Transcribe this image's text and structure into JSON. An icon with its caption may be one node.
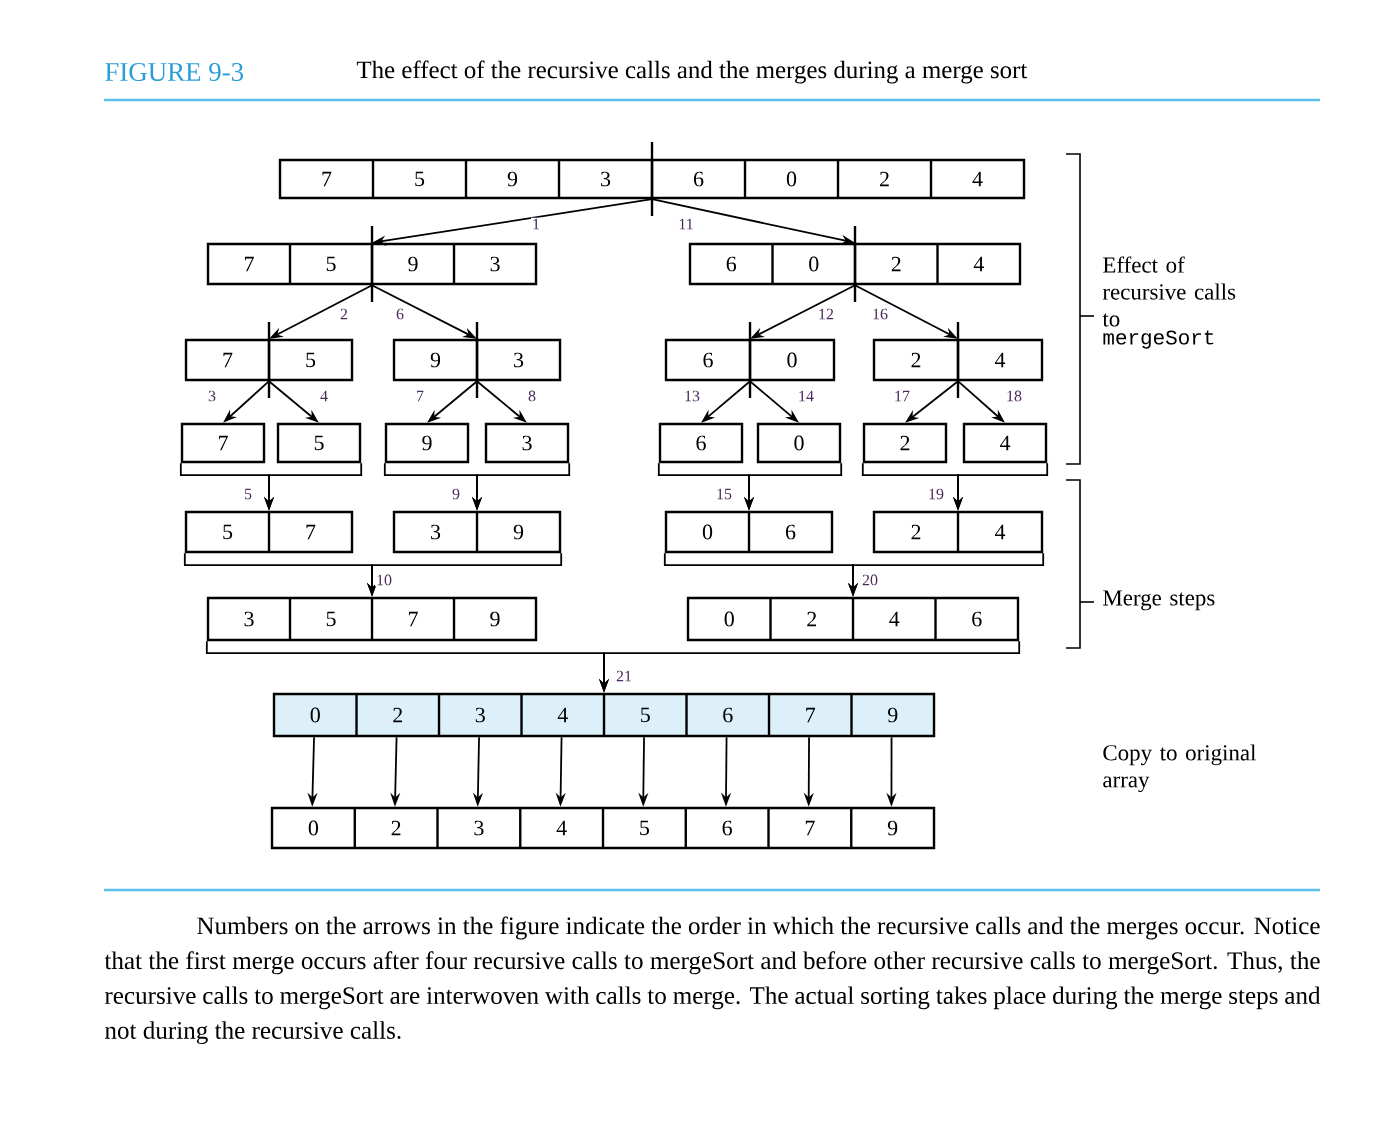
{
  "diagram": {
    "title": "The effect of the recursive calls and the merges during a merge sort",
    "caption": "Numbers on the arrows in the figure indicate the order in which the recursive calls and the merges occur. Notice that the first merge occurs after four recursive calls to mergeSort and before other recursive calls to mergeSort. Thus, the recursive calls to mergeSort are interwoven with calls to merge. The actual sorting takes place during the merge steps and not during the recursive calls.",
    "nodes": [
      {
        "text": [
          "7",
          "5",
          "9",
          "3",
          "6",
          "0",
          "2",
          "4"
        ]
      },
      {
        "text": [
          "7",
          "5",
          "9",
          "3"
        ]
      },
      {
        "text": [
          "6",
          "0",
          "2",
          "4"
        ]
      },
      {
        "text": [
          "7",
          "5"
        ]
      },
      {
        "text": [
          "9",
          "3"
        ]
      },
      {
        "text": [
          "6",
          "0"
        ]
      },
      {
        "text": [
          "2",
          "4"
        ]
      },
      {
        "text": [
          "7"
        ]
      },
      {
        "text": [
          "5"
        ]
      },
      {
        "text": [
          "9"
        ]
      },
      {
        "text": [
          "3"
        ]
      },
      {
        "text": [
          "6"
        ]
      },
      {
        "text": [
          "0"
        ]
      },
      {
        "text": [
          "2"
        ]
      },
      {
        "text": [
          "4"
        ]
      },
      {
        "text": [
          "5",
          "7"
        ]
      },
      {
        "text": [
          "3",
          "9"
        ]
      },
      {
        "text": [
          "0",
          "6"
        ]
      },
      {
        "text": [
          "2",
          "4"
        ]
      },
      {
        "text": [
          "3",
          "5",
          "7",
          "9"
        ]
      },
      {
        "text": [
          "0",
          "2",
          "4",
          "6"
        ]
      },
      {
        "text": [
          "0",
          "2",
          "3",
          "4",
          "5",
          "6",
          "7",
          "9"
        ]
      },
      {
        "text": [
          "0",
          "2",
          "3",
          "4",
          "5",
          "6",
          "7",
          "9"
        ]
      }
    ],
    "edges": [
      {
        "from": 0,
        "to": 1,
        "arrow": "to",
        "label": "1"
      },
      {
        "from": 0,
        "to": 2,
        "arrow": "to",
        "label": "11"
      },
      {
        "from": 1,
        "to": 3,
        "arrow": "to",
        "label": "2"
      },
      {
        "from": 1,
        "to": 4,
        "arrow": "to",
        "label": "6"
      },
      {
        "from": 3,
        "to": 7,
        "arrow": "to",
        "label": "3"
      },
      {
        "from": 3,
        "to": 8,
        "arrow": "to",
        "label": "4"
      },
      {
        "from": 4,
        "to": 9,
        "arrow": "to",
        "label": "7"
      },
      {
        "from": 4,
        "to": 10,
        "arrow": "to",
        "label": "8"
      },
      {
        "from": 2,
        "to": 5,
        "arrow": "to",
        "label": "12"
      },
      {
        "from": 2,
        "to": 6,
        "arrow": "to",
        "label": "16"
      },
      {
        "from": 5,
        "to": 11,
        "arrow": "to",
        "label": "13"
      },
      {
        "from": 5,
        "to": 12,
        "arrow": "to",
        "label": "14"
      },
      {
        "from": 6,
        "to": 13,
        "arrow": "to",
        "label": "17"
      },
      {
        "from": 6,
        "to": 14,
        "arrow": "to",
        "label": "18"
      },
      {
        "from": 7,
        "to": 15,
        "arrow": "to",
        "label": "5"
      },
      {
        "from": 8,
        "to": 15,
        "arrow": "to"
      },
      {
        "from": 9,
        "to": 16,
        "arrow": "to",
        "label": "9"
      },
      {
        "from": 10,
        "to": 16,
        "arrow": "to"
      },
      {
        "from": 11,
        "to": 17,
        "arrow": "to",
        "label": "15"
      },
      {
        "from": 12,
        "to": 17,
        "arrow": "to"
      },
      {
        "from": 13,
        "to": 18,
        "arrow": "to",
        "label": "19"
      },
      {
        "from": 14,
        "to": 18,
        "arrow": "to"
      },
      {
        "from": 15,
        "to": 19,
        "arrow": "to",
        "label": "10"
      },
      {
        "from": 16,
        "to": 19,
        "arrow": "to"
      },
      {
        "from": 17,
        "to": 20,
        "arrow": "to",
        "label": "20"
      },
      {
        "from": 18,
        "to": 20,
        "arrow": "to"
      },
      {
        "from": 19,
        "to": 21,
        "arrow": "to",
        "label": "21"
      },
      {
        "from": 20,
        "to": 21,
        "arrow": "to"
      },
      {
        "from": 21,
        "to": 22,
        "arrow": "to"
      },
      {
        "from": 21,
        "to": 22,
        "arrow": "to"
      },
      {
        "from": 21,
        "to": 22,
        "arrow": "to"
      },
      {
        "from": 21,
        "to": 22,
        "arrow": "to"
      },
      {
        "from": 21,
        "to": 22,
        "arrow": "to"
      },
      {
        "from": 21,
        "to": 22,
        "arrow": "to"
      },
      {
        "from": 21,
        "to": 22,
        "arrow": "to"
      },
      {
        "from": 21,
        "to": 22,
        "arrow": "to"
      }
    ],
    "labels": [
      "FIGURE 9-3",
      "Effect of recursive calls to",
      "mergeSort",
      "Merge steps",
      "Copy to original array"
    ]
  }
}
